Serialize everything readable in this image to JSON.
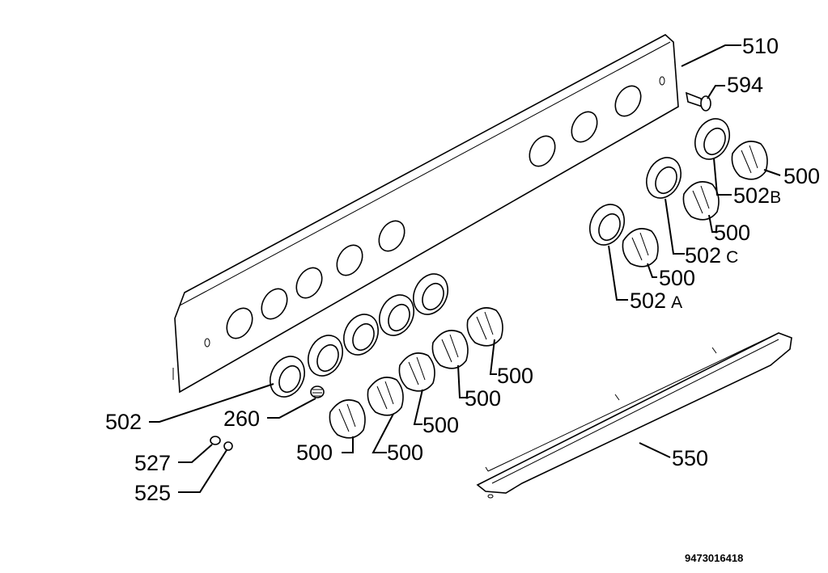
{
  "labels": {
    "panel": "510",
    "screw": "594",
    "knob_r1": "500",
    "bezel_r1": "502",
    "bezel_r1_suffix": "B",
    "knob_r2": "500",
    "bezel_r2": "502",
    "bezel_r2_suffix": "C",
    "knob_r3": "500",
    "bezel_r3": "502",
    "bezel_r3_suffix": "A",
    "knob_l5": "500",
    "knob_l4": "500",
    "knob_l3": "500",
    "knob_l2": "500",
    "knob_l1": "500",
    "bezel_left": "502",
    "part_260": "260",
    "part_527": "527",
    "part_525": "525",
    "cover": "550"
  },
  "document_id": "9473016418"
}
